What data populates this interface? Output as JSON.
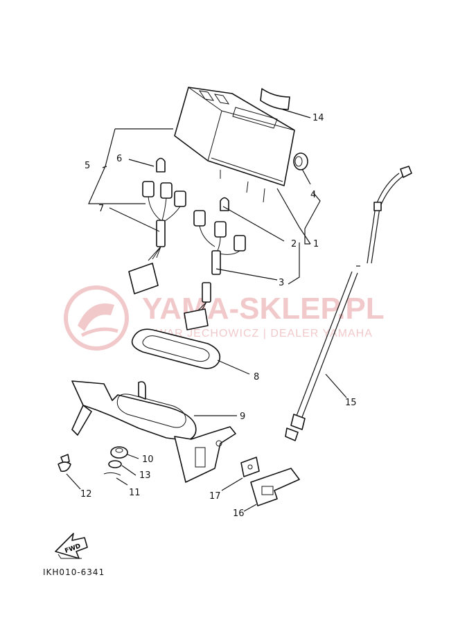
{
  "watermark": {
    "title": "YAMA-SKLEP.PL",
    "subtitle": "WAR  JECHOWICZ | DEALER YAMAHA",
    "color": "#f2c9cb"
  },
  "parts": [
    {
      "number": "1"
    },
    {
      "number": "2"
    },
    {
      "number": "3"
    },
    {
      "number": "4"
    },
    {
      "number": "5"
    },
    {
      "number": "6"
    },
    {
      "number": "7"
    },
    {
      "number": "8"
    },
    {
      "number": "9"
    },
    {
      "number": "10"
    },
    {
      "number": "11"
    },
    {
      "number": "12"
    },
    {
      "number": "13"
    },
    {
      "number": "14"
    },
    {
      "number": "15"
    },
    {
      "number": "16"
    },
    {
      "number": "17"
    }
  ],
  "fwd_arrow_label": "FWD",
  "diagram_code": "IKH010-6341"
}
